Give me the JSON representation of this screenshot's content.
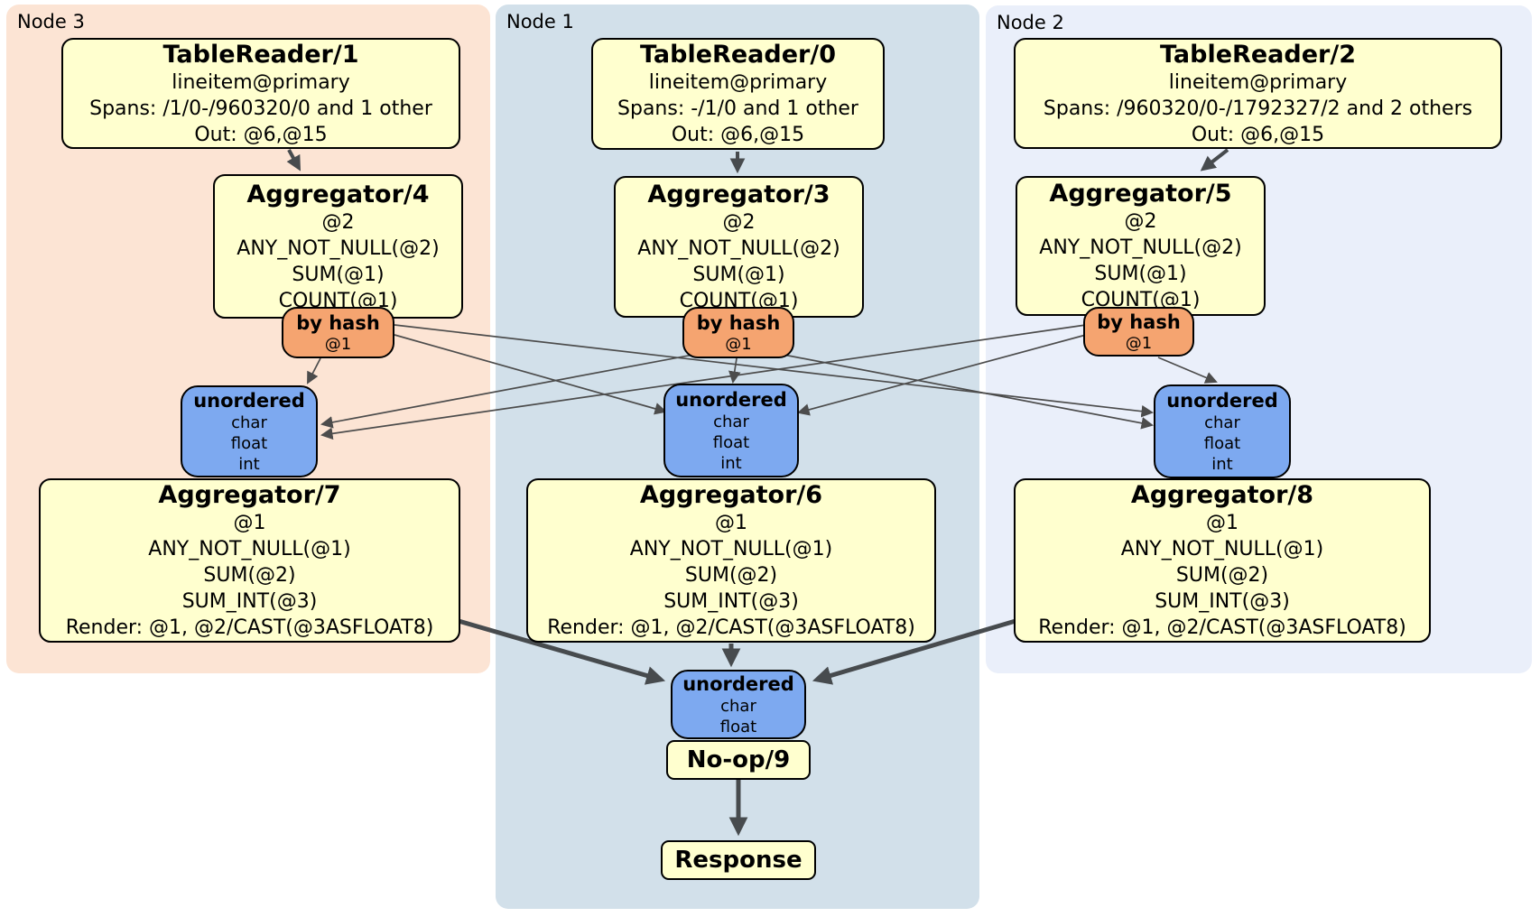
{
  "panels": {
    "node3": {
      "label": "Node 3"
    },
    "node1": {
      "label": "Node 1"
    },
    "node2": {
      "label": "Node 2"
    }
  },
  "boxes": {
    "tr1": {
      "title": "TableReader/1",
      "lines": [
        "lineitem@primary",
        "Spans: /1/0-/960320/0 and 1 other",
        "Out: @6,@15"
      ]
    },
    "tr0": {
      "title": "TableReader/0",
      "lines": [
        "lineitem@primary",
        "Spans: -/1/0 and 1 other",
        "Out: @6,@15"
      ]
    },
    "tr2": {
      "title": "TableReader/2",
      "lines": [
        "lineitem@primary",
        "Spans: /960320/0-/1792327/2 and 2 others",
        "Out: @6,@15"
      ]
    },
    "agg4": {
      "title": "Aggregator/4",
      "lines": [
        "@2",
        "ANY_NOT_NULL(@2)",
        "SUM(@1)",
        "COUNT(@1)"
      ]
    },
    "agg3": {
      "title": "Aggregator/3",
      "lines": [
        "@2",
        "ANY_NOT_NULL(@2)",
        "SUM(@1)",
        "COUNT(@1)"
      ]
    },
    "agg5": {
      "title": "Aggregator/5",
      "lines": [
        "@2",
        "ANY_NOT_NULL(@2)",
        "SUM(@1)",
        "COUNT(@1)"
      ]
    },
    "agg7": {
      "title": "Aggregator/7",
      "lines": [
        "@1",
        "ANY_NOT_NULL(@1)",
        "SUM(@2)",
        "SUM_INT(@3)",
        "Render: @1, @2/CAST(@3ASFLOAT8)"
      ]
    },
    "agg6": {
      "title": "Aggregator/6",
      "lines": [
        "@1",
        "ANY_NOT_NULL(@1)",
        "SUM(@2)",
        "SUM_INT(@3)",
        "Render: @1, @2/CAST(@3ASFLOAT8)"
      ]
    },
    "agg8": {
      "title": "Aggregator/8",
      "lines": [
        "@1",
        "ANY_NOT_NULL(@1)",
        "SUM(@2)",
        "SUM_INT(@3)",
        "Render: @1, @2/CAST(@3ASFLOAT8)"
      ]
    },
    "noop": {
      "title": "No-op/9"
    },
    "response": {
      "title": "Response"
    }
  },
  "routers": {
    "rt4": {
      "title": "by hash",
      "detail": "@1"
    },
    "rt3": {
      "title": "by hash",
      "detail": "@1"
    },
    "rt5": {
      "title": "by hash",
      "detail": "@1"
    }
  },
  "streams": {
    "un7": {
      "title": "unordered",
      "lines": [
        "char",
        "float",
        "int"
      ]
    },
    "un6": {
      "title": "unordered",
      "lines": [
        "char",
        "float",
        "int"
      ]
    },
    "un8": {
      "title": "unordered",
      "lines": [
        "char",
        "float",
        "int"
      ]
    },
    "un9": {
      "title": "unordered",
      "lines": [
        "char",
        "float"
      ]
    }
  },
  "colors": {
    "panel_node3_bg": "#fce4d4",
    "panel_node1_bg": "#d2e0ea",
    "panel_node2_bg": "#eaeffa",
    "box_yellow_bg": "#ffffcf",
    "router_orange_bg": "#f5a470",
    "stream_blue_bg": "#7da9f0",
    "edge_thin": "#4c4c4c",
    "edge_thick": "#474b4e"
  }
}
